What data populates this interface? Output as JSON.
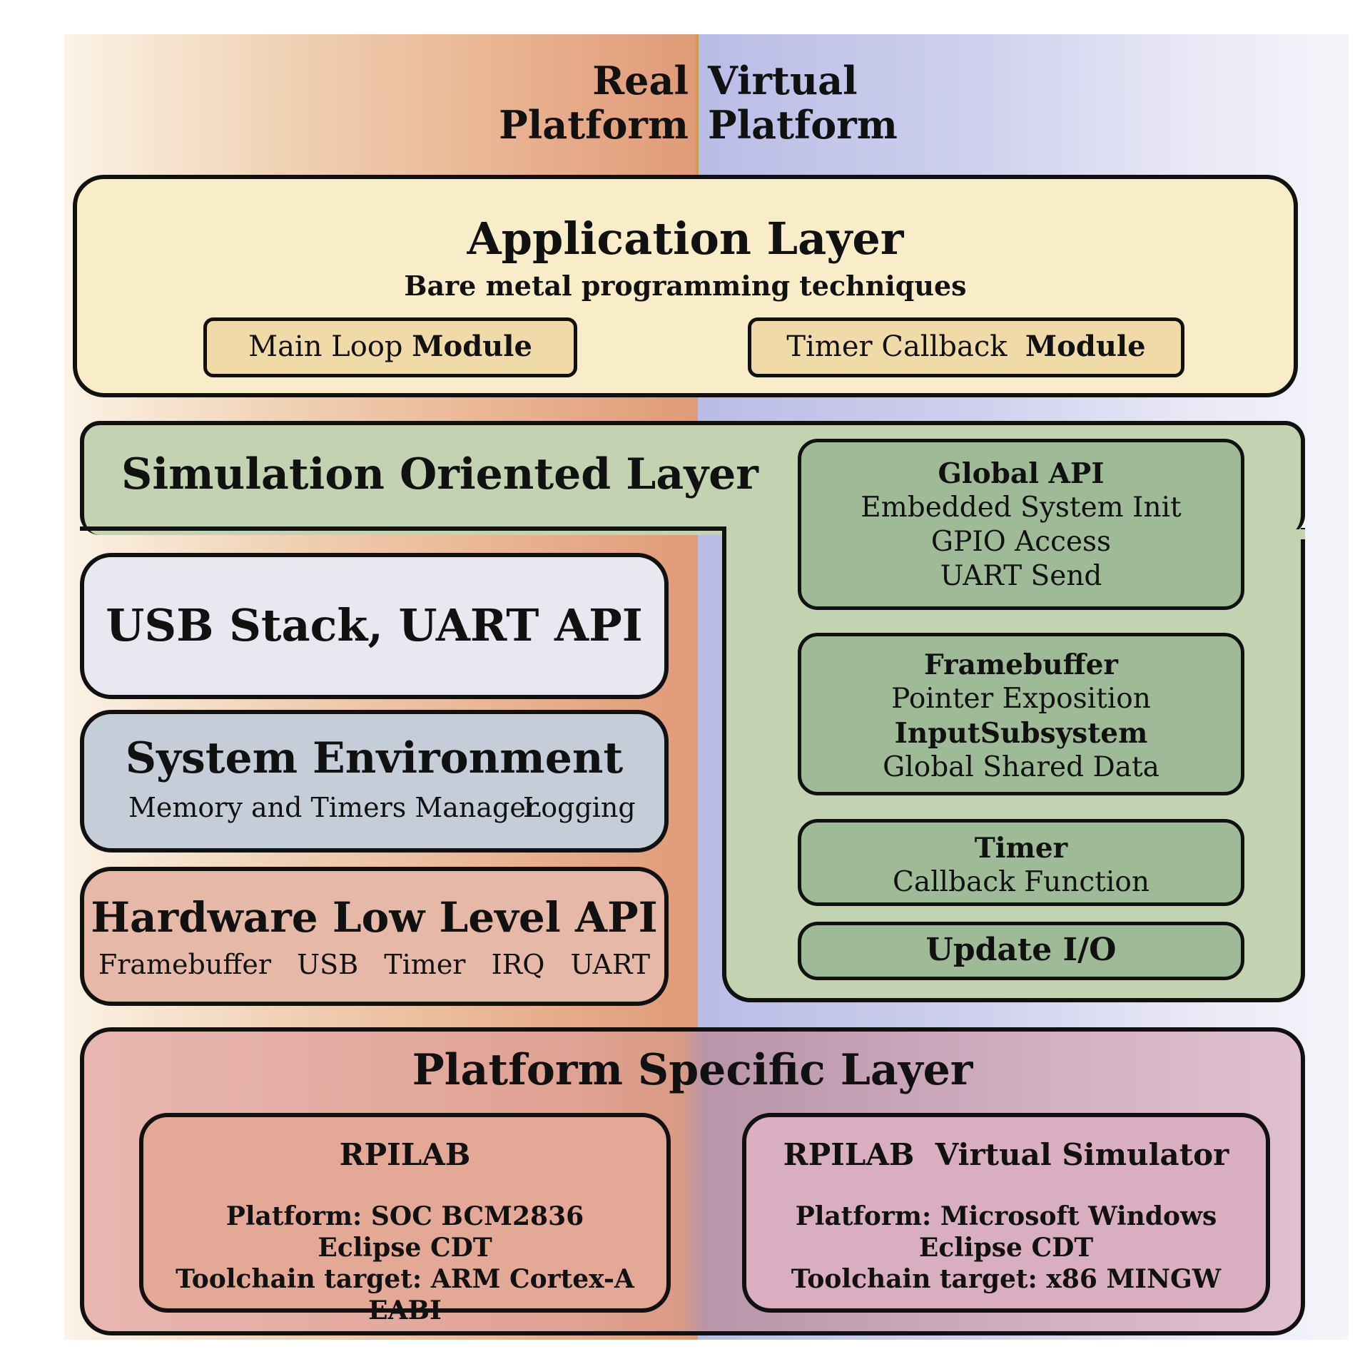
{
  "header": {
    "left_line1": "Real",
    "left_line2": "Platform",
    "right_line1": "Virtual",
    "right_line2": "Platform"
  },
  "application_layer": {
    "title": "Application Layer",
    "subtitle": "Bare metal programming techniques",
    "module_main_prefix": "Main Loop ",
    "module_main_bold": "Module",
    "module_timer_prefix": "Timer Callback  ",
    "module_timer_bold": "Module"
  },
  "simulation_layer": {
    "title": "Simulation Oriented Layer",
    "global_api": {
      "title": "Global API",
      "lines": [
        "Embedded System Init",
        "GPIO Access",
        "UART Send"
      ]
    },
    "framebuffer": {
      "title": "Framebuffer",
      "line1": "Pointer Exposition",
      "title2": "InputSubsystem",
      "line2": "Global Shared Data"
    },
    "timer": {
      "title": "Timer",
      "line1": "Callback Function"
    },
    "update_io": "Update I/O"
  },
  "left_stack": {
    "usb": "USB Stack, UART API",
    "system_env": {
      "title": "System Environment",
      "sub1": "Memory and Timers Manager",
      "sub2": "Logging"
    },
    "hardware": {
      "title": "Hardware Low Level API",
      "sub": "Framebuffer  USB  Timer  IRQ  UART"
    }
  },
  "platform_layer": {
    "title": "Platform Specific Layer",
    "real": {
      "title": "RPILAB",
      "lines": [
        "Platform: SOC BCM2836",
        "Eclipse CDT",
        "Toolchain target: ARM Cortex-A EABI"
      ]
    },
    "virtual": {
      "title": "RPILAB  Virtual Simulator",
      "lines": [
        "Platform: Microsoft Windows",
        "Eclipse CDT",
        "Toolchain target: x86 MINGW"
      ]
    }
  }
}
